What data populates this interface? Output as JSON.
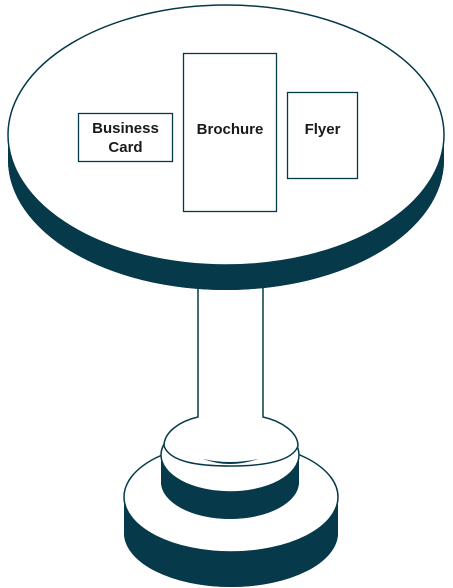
{
  "colors": {
    "ink": "#063a4a",
    "paper": "#ffffff",
    "text": "#1a1a1a"
  },
  "items": {
    "business_card": {
      "line1": "Business",
      "line2": "Card"
    },
    "brochure": {
      "label": "Brochure"
    },
    "flyer": {
      "label": "Flyer"
    }
  }
}
